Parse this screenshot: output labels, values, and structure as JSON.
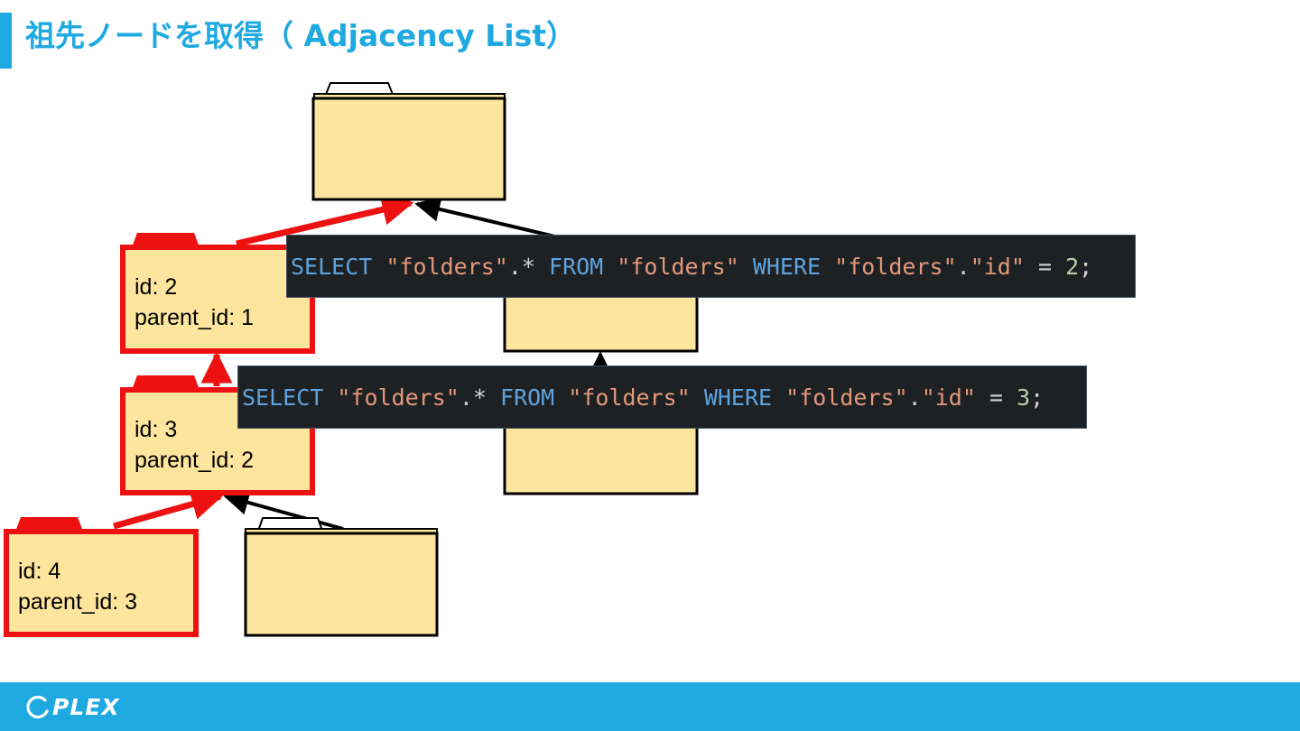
{
  "slide": {
    "title": "祖先ノードを取得（ Adjacency List）"
  },
  "colors": {
    "accent": "#1fa9e1",
    "folder_fill": "#fde59d",
    "highlight_red": "#ee1111",
    "code_bg": "#1e2124",
    "code_keyword": "#5ea3de",
    "code_string": "#e3987a",
    "code_number": "#b5cea8"
  },
  "folders": [
    {
      "id_label": "",
      "parent_label": "",
      "highlighted": false
    },
    {
      "id_label": "id: 2",
      "parent_label": "parent_id: 1",
      "highlighted": true
    },
    {
      "id_label": "",
      "parent_label": "",
      "highlighted": false
    },
    {
      "id_label": "id: 3",
      "parent_label": "parent_id: 2",
      "highlighted": true
    },
    {
      "id_label": "",
      "parent_label": "",
      "highlighted": false
    },
    {
      "id_label": "id: 4",
      "parent_label": "parent_id: 3",
      "highlighted": true
    },
    {
      "id_label": "",
      "parent_label": "",
      "highlighted": false
    }
  ],
  "queries": [
    {
      "select": "SELECT",
      "table1": "\"folders\"",
      "dot_star": ".*",
      "from": "FROM",
      "table2": "\"folders\"",
      "where": "WHERE",
      "table3": "\"folders\"",
      "dot": ".",
      "column": "\"id\"",
      "eq": "=",
      "value": "2",
      "semi": ";"
    },
    {
      "select": "SELECT",
      "table1": "\"folders\"",
      "dot_star": ".*",
      "from": "FROM",
      "table2": "\"folders\"",
      "where": "WHERE",
      "table3": "\"folders\"",
      "dot": ".",
      "column": "\"id\"",
      "eq": "=",
      "value": "3",
      "semi": ";"
    }
  ],
  "footer": {
    "logo_text": "PLEX"
  }
}
